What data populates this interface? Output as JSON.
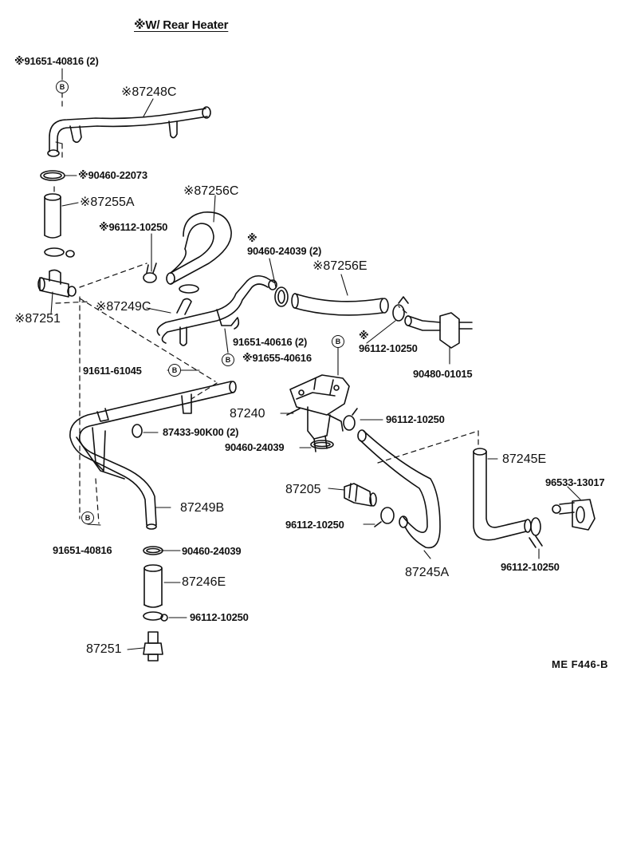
{
  "title": "※W/ Rear Heater",
  "figure_code": "ME  F446-B",
  "badge_letter": "B",
  "labels": {
    "p91651_40816_2": "※91651-40816 (2)",
    "p87248C": "※87248C",
    "p90460_22073": "※90460-22073",
    "p87255A": "※87255A",
    "p87256C": "※87256C",
    "p96112_10250_a": "※96112-10250",
    "p90460_24039_star": "※",
    "p90460_24039_2": "90460-24039 (2)",
    "p87256E": "※87256E",
    "p87249C": "※87249C",
    "p87251_top": "※87251",
    "p91651_40616_2": "91651-40616 (2)",
    "p96112_star": "※",
    "p96112_10250_b": "96112-10250",
    "p91655_40616": "※91655-40616",
    "p90480_01015": "90480-01015",
    "p91611_61045": "91611-61045",
    "p87240": "87240",
    "p96112_10250_c": "96112-10250",
    "p87433_90K00": "87433-90K00 (2)",
    "p90460_24039_b": "90460-24039",
    "p87245E": "87245E",
    "p96533_13017": "96533-13017",
    "p87205": "87205",
    "p96112_10250_d": "96112-10250",
    "p87249B": "87249B",
    "p91651_40816": "91651-40816",
    "p90460_24039_c": "90460-24039",
    "p87246E": "87246E",
    "p96112_10250_e": "96112-10250",
    "p87251_bottom": "87251",
    "p87245A": "87245A",
    "p96112_10250_f": "96112-10250"
  }
}
